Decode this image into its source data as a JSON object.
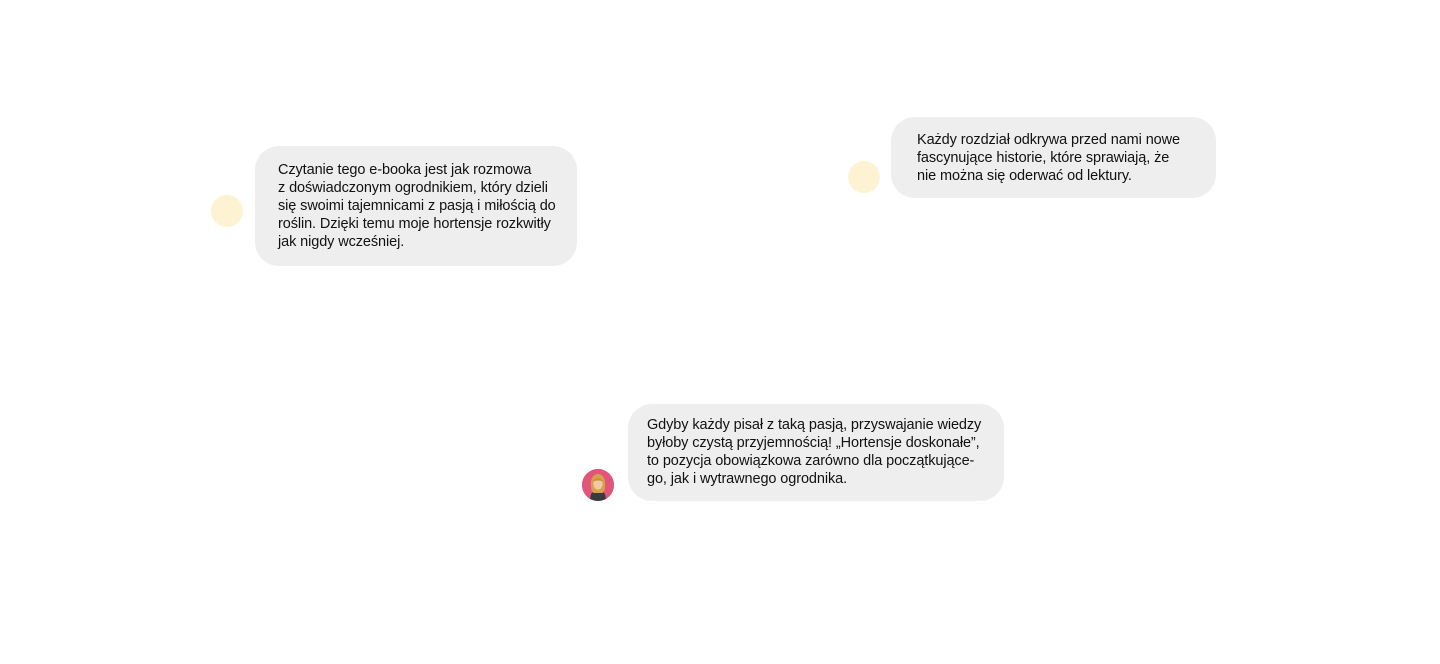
{
  "testimonials": [
    {
      "text": "Czytanie tego e-booka jest jak rozmowa\nz doświadczonym ogrodnikiem, który dzieli\nsię swoimi tajemnicami z pasją i miłością do\nroślin. Dzięki temu moje hortensje rozkwitły\njak nigdy wcześniej.",
      "avatar": "placeholder"
    },
    {
      "text": "Każdy rozdział odkrywa przed nami nowe\nfascynujące historie, które sprawiają, że\nnie można się oderwać od lektury.",
      "avatar": "placeholder"
    },
    {
      "text": "Gdyby każdy pisał z taką pasją, przyswajanie wiedzy\nbyłoby czystą przyjemnością! „Hortensje doskonałe”,\nto pozycja obowiązkowa zarówno dla początkujące-\ngo, jak i wytrawnego ogrodnika.",
      "avatar": "user-photo"
    }
  ],
  "colors": {
    "bubble": "#eeeeee",
    "avatar_placeholder": "#fdf3d2",
    "avatar_photo_bg": "#e2557a",
    "text": "#111111"
  }
}
